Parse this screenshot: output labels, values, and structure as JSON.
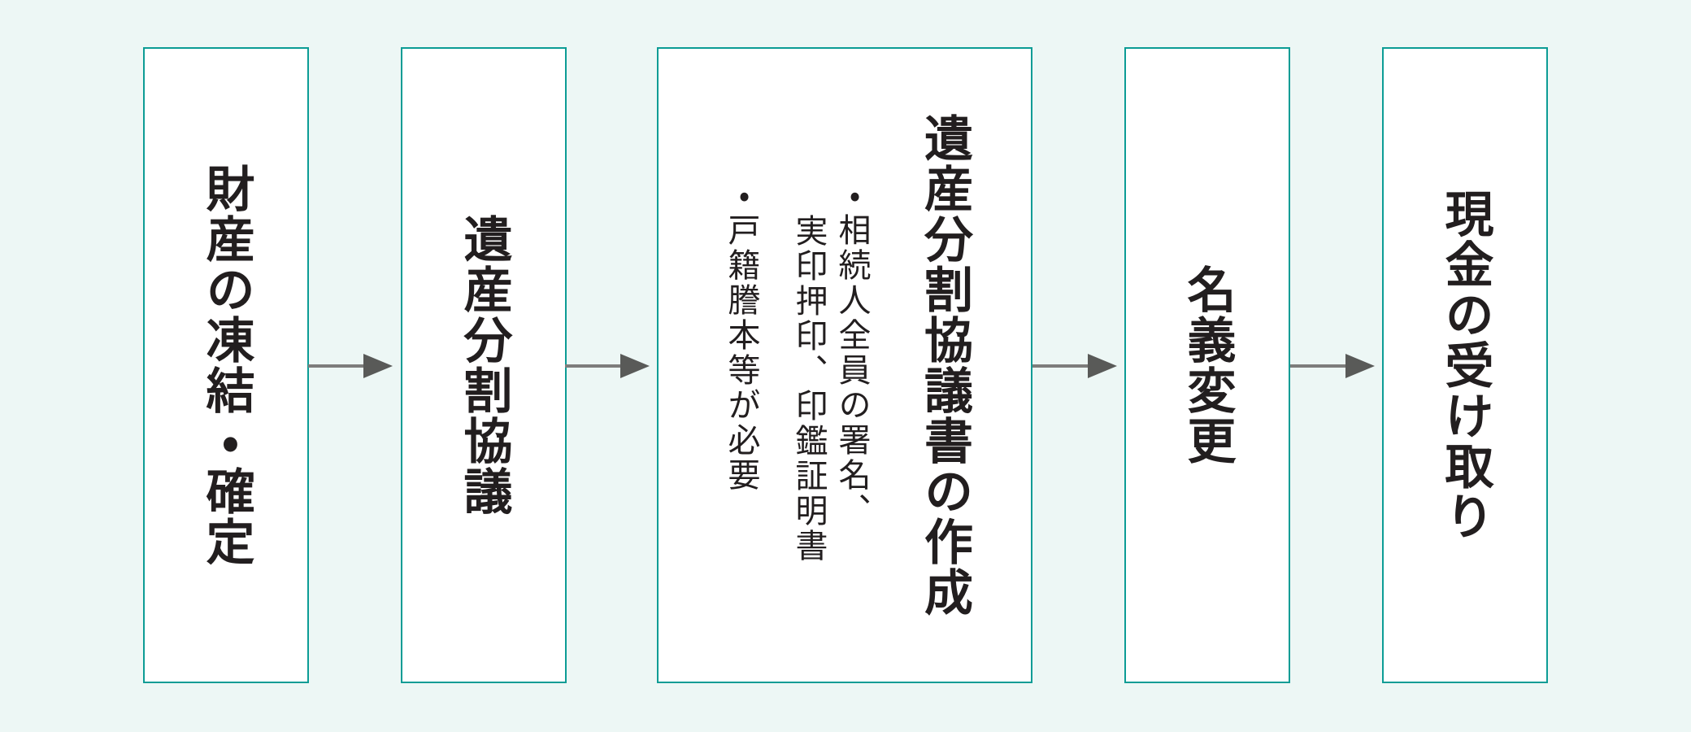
{
  "diagram": {
    "type": "flowchart",
    "direction": "left-to-right",
    "steps": [
      {
        "label": "財産の凍結・確定"
      },
      {
        "label": "遺産分割協議"
      },
      {
        "label": "遺産分割協議書の作成",
        "bullets": [
          "・相続人全員の署名、実印押印、印鑑証明書",
          "・戸籍謄本等が必要"
        ],
        "note_lines": [
          "・相続人全員の署名、",
          "実印押印、印鑑証明書",
          "・戸籍謄本等が必要"
        ]
      },
      {
        "label": "名義変更"
      },
      {
        "label": "現金の受け取り"
      }
    ],
    "arrow_count": 4
  },
  "colors": {
    "background": "#EDF7F5",
    "box_fill": "#FFFFFF",
    "box_border": "#0C9C95",
    "text": "#221E1F",
    "arrow_shaft": "#7D7D7C",
    "arrow_head": "#595A58"
  }
}
